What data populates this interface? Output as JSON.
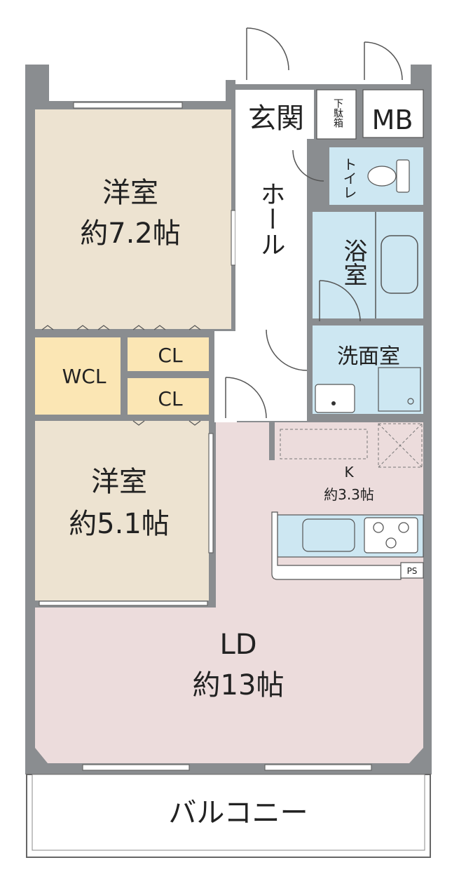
{
  "rooms": {
    "western_room_1": {
      "name": "洋室",
      "size": "約7.2帖"
    },
    "western_room_2": {
      "name": "洋室",
      "size": "約5.1帖"
    },
    "ld": {
      "name": "LD",
      "size": "約13帖"
    },
    "kitchen": {
      "name": "K",
      "size": "約3.3帖"
    },
    "hall": {
      "name": "ホール"
    },
    "entrance": {
      "name": "玄関"
    },
    "shoe_box": {
      "name": "下駄箱"
    },
    "meter_box": {
      "name": "MB"
    },
    "toilet": {
      "name": "トイレ"
    },
    "bathroom": {
      "name": "浴室"
    },
    "washroom": {
      "name": "洗面室"
    },
    "walk_in_closet": {
      "name": "WCL"
    },
    "closet_1": {
      "name": "CL"
    },
    "closet_2": {
      "name": "CL"
    },
    "pipe_space": {
      "name": "PS"
    },
    "balcony": {
      "name": "バルコニー"
    }
  },
  "colors": {
    "western_room": "#ede3d1",
    "closet": "#fbe6b4",
    "wet_area": "#cde7f2",
    "living": "#ecdcdc",
    "wall": "#8a8d90"
  }
}
